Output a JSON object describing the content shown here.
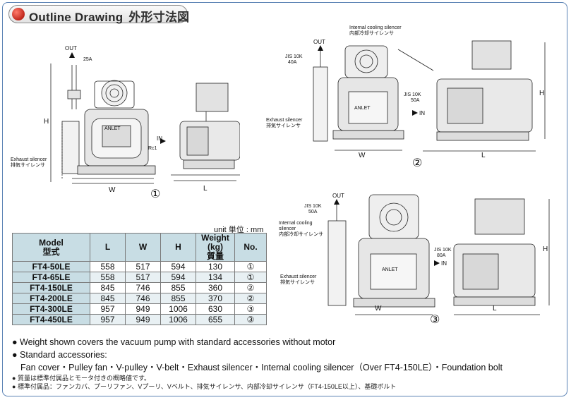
{
  "header": {
    "title": "Outline Drawing",
    "title_jp": "外形寸法図"
  },
  "drawing1": {
    "out": "OUT",
    "pipe": "25A",
    "h": "H",
    "in": "IN",
    "rc": "Rc1",
    "inlet": "ANLET",
    "silencer_en": "Exhaust silencer",
    "silencer_jp": "排気サイレンサ",
    "w": "W",
    "l": "L",
    "number": "①"
  },
  "drawing2": {
    "out": "OUT",
    "jis_top": "JIS 10K",
    "size_top": "40A",
    "jis_side": "JIS 10K",
    "size_side": "50A",
    "cooling_en": "Internal cooling silencer",
    "cooling_jp": "内部冷却サイレンサ",
    "silencer_en": "Exhaust silencer",
    "silencer_jp": "排気サイレンサ",
    "in": "IN",
    "inlet": "ANLET",
    "h": "H",
    "w": "W",
    "l": "L",
    "number": "②"
  },
  "drawing3": {
    "out": "OUT",
    "jis_top": "JIS 10K",
    "size_top": "50A",
    "jis_side": "JIS 10K",
    "size_side": "80A",
    "cooling_en_1": "Internal cooling",
    "cooling_en_2": "silencer",
    "cooling_jp": "内部冷却サイレンサ",
    "silencer_en": "Exhaust silencer",
    "silencer_jp": "排気サイレンサ",
    "in": "IN",
    "inlet": "ANLET",
    "h": "H",
    "w": "W",
    "l": "L",
    "number": "③"
  },
  "table": {
    "unit": "unit 単位 : mm",
    "headers": [
      [
        "Model",
        "型式"
      ],
      [
        "L",
        ""
      ],
      [
        "W",
        ""
      ],
      [
        "H",
        ""
      ],
      [
        "Weight (kg)",
        "質量"
      ],
      [
        "No.",
        ""
      ]
    ],
    "rows": [
      [
        "FT4-50LE",
        "558",
        "517",
        "594",
        "130",
        "①"
      ],
      [
        "FT4-65LE",
        "558",
        "517",
        "594",
        "134",
        "①"
      ],
      [
        "FT4-150LE",
        "845",
        "746",
        "855",
        "360",
        "②"
      ],
      [
        "FT4-200LE",
        "845",
        "746",
        "855",
        "370",
        "②"
      ],
      [
        "FT4-300LE",
        "957",
        "949",
        "1006",
        "630",
        "③"
      ],
      [
        "FT4-450LE",
        "957",
        "949",
        "1006",
        "655",
        "③"
      ]
    ]
  },
  "notes": {
    "weight": "Weight shown covers the vacuum pump with standard accessories without motor",
    "std_title": "Standard accessories:",
    "std_list": "Fan cover・Pulley fan・V-pulley・V-belt・Exhaust silencer・Internal cooling silencer（Over FT4-150LE）・Foundation bolt",
    "jp_weight": "質量は標準付属品とモータ付きの概略値です。",
    "jp_std": "標準付属品：ファンカバ、プーリファン、Vプーリ、Vベルト、排気サイレンサ、内部冷却サイレンサ（FT4-150LE以上）、基礎ボルト"
  }
}
